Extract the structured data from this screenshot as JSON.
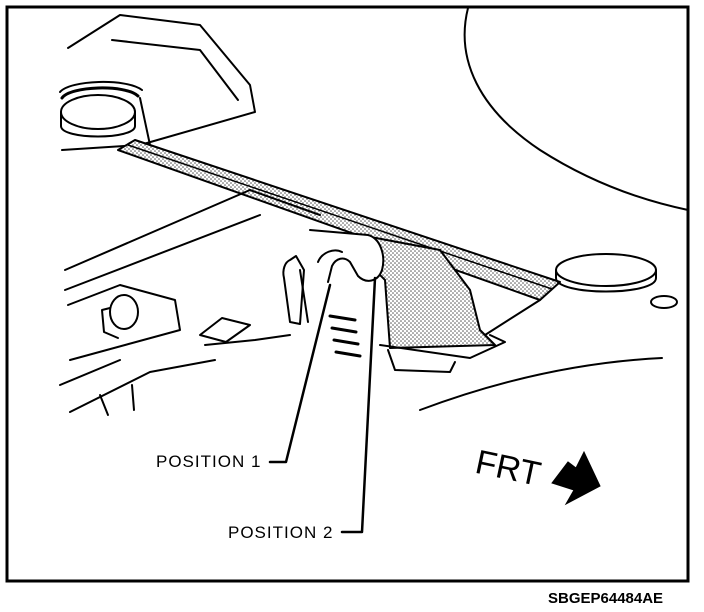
{
  "labels": {
    "position_1": "POSITION 1",
    "position_2": "POSITION 2",
    "front_direction": "FRT",
    "figure_code": "SBGEP64484AE"
  },
  "colors": {
    "line": "#000000",
    "background": "#ffffff",
    "shading": "#bfbfbf"
  },
  "icons": {
    "direction_arrow": "arrow-right-down-icon"
  }
}
